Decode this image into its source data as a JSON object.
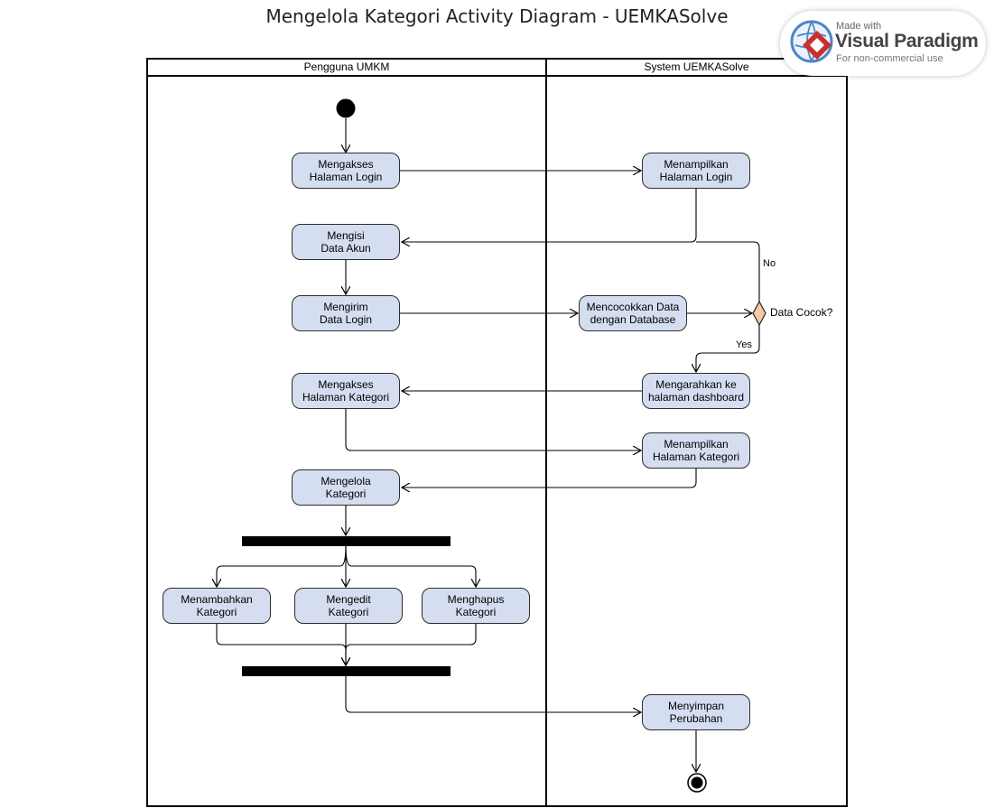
{
  "diagram": {
    "title": "Mengelola Kategori Activity Diagram - UEMKASolve",
    "lanes": {
      "left": "Pengguna UMKM",
      "right": "System UEMKASolve"
    },
    "nodes": {
      "akses_login": "Mengakses\nHalaman Login",
      "tampil_login": "Menampilkan\nHalaman Login",
      "isi_data": "Mengisi\nData Akun",
      "kirim_data": "Mengirim\nData Login",
      "cocokkan": "Mencocokkan Data\ndengan Database",
      "akses_kategori": "Mengakses\nHalaman Kategori",
      "arahkan": "Mengarahkan ke\nhalaman dashboard",
      "tampil_kategori": "Menampilkan\nHalaman Kategori",
      "kelola": "Mengelola\nKategori",
      "tambah": "Menambahkan\nKategori",
      "edit": "Mengedit\nKategori",
      "hapus": "Menghapus\nKategori",
      "simpan": "Menyimpan\nPerubahan"
    },
    "decision": {
      "label": "Data Cocok?",
      "no": "No",
      "yes": "Yes"
    }
  },
  "watermark": {
    "made_with": "Made with",
    "brand": "Visual Paradigm",
    "note": "For non-commercial use"
  }
}
